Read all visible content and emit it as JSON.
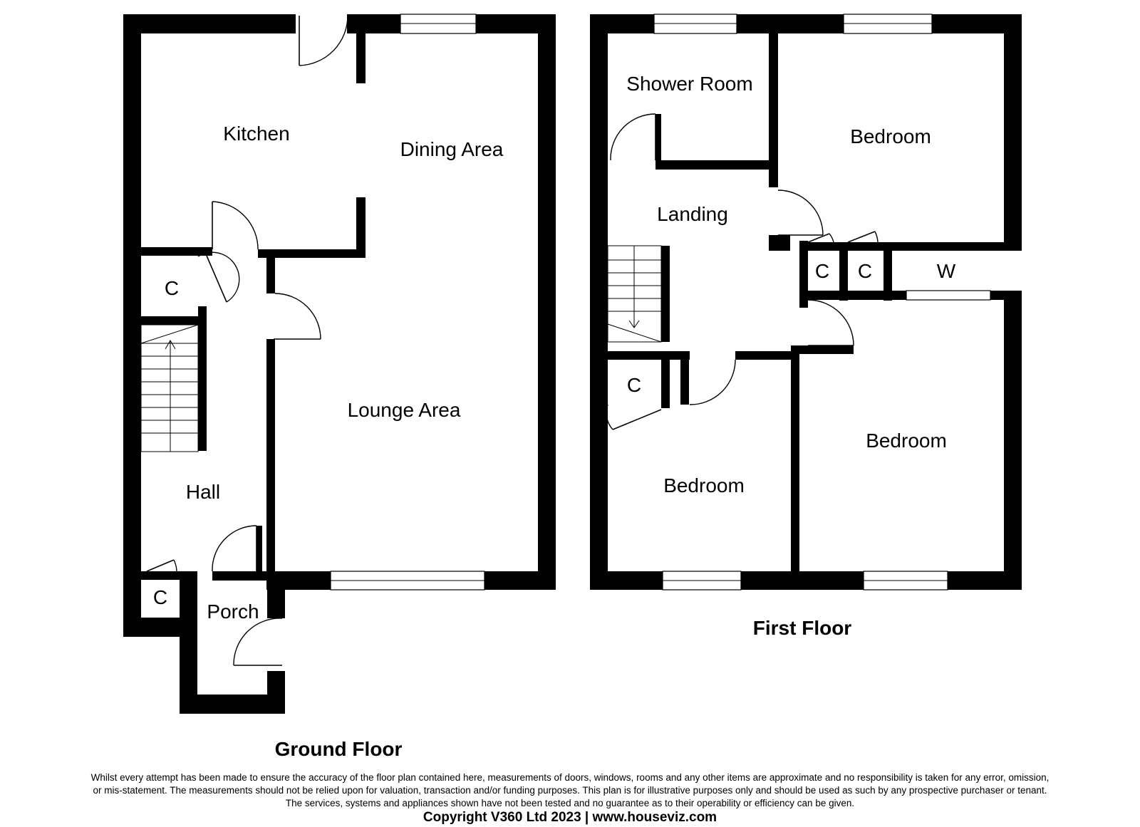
{
  "ground_floor": {
    "title": "Ground Floor",
    "rooms": {
      "kitchen": "Kitchen",
      "dining": "Dining Area",
      "lounge": "Lounge Area",
      "hall": "Hall",
      "porch": "Porch",
      "cupboard_upper": "C",
      "cupboard_lower": "C"
    }
  },
  "first_floor": {
    "title": "First Floor",
    "rooms": {
      "shower": "Shower Room",
      "bedroom_top": "Bedroom",
      "landing": "Landing",
      "cupboard_a": "C",
      "cupboard_b": "C",
      "wardrobe": "W",
      "cupboard_c": "C",
      "bedroom_left": "Bedroom",
      "bedroom_right": "Bedroom"
    }
  },
  "footer": {
    "disclaimer_line1": "Whilst every attempt has been made to ensure the accuracy of the floor plan contained here, measurements of doors, windows, rooms and any other items are approximate and no responsibility is taken for any error, omission,",
    "disclaimer_line2": "or mis-statement. The measurements should not be relied upon for valuation, transaction and/or funding purposes. This plan is for illustrative purposes only and should be used as such by any prospective purchaser or tenant.",
    "disclaimer_line3": "The services, systems and appliances shown have not been tested and no guarantee as to their operability or efficiency can be given.",
    "copyright": "Copyright V360 Ltd 2023 | www.houseviz.com"
  }
}
